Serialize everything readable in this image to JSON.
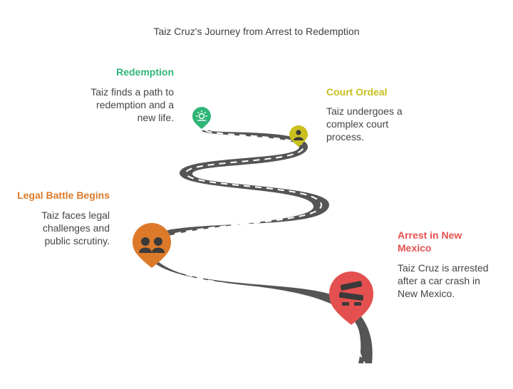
{
  "title": "Taiz Cruz's Journey from Arrest to Redemption",
  "colors": {
    "redemption": "#2fb577",
    "court": "#c9c01e",
    "legal": "#dd7a2a",
    "arrest": "#e4504f",
    "road": "#555555"
  },
  "stages": [
    {
      "title": "Redemption",
      "description_lines": [
        "Taiz finds a path to",
        "redemption and a",
        "new life."
      ],
      "icon": "sun-icon"
    },
    {
      "title": "Court Ordeal",
      "description_lines": [
        "Taiz undergoes a",
        "complex court",
        "process."
      ],
      "icon": "person-icon"
    },
    {
      "title": "Legal Battle Begins",
      "description_lines": [
        "Taiz faces legal",
        "challenges and",
        "public scrutiny."
      ],
      "icon": "people-icon"
    },
    {
      "title_lines": [
        "Arrest in New",
        "Mexico"
      ],
      "description_lines": [
        "Taiz Cruz is arrested",
        "after a car crash in",
        "New Mexico."
      ],
      "icon": "car-crash-icon"
    }
  ]
}
